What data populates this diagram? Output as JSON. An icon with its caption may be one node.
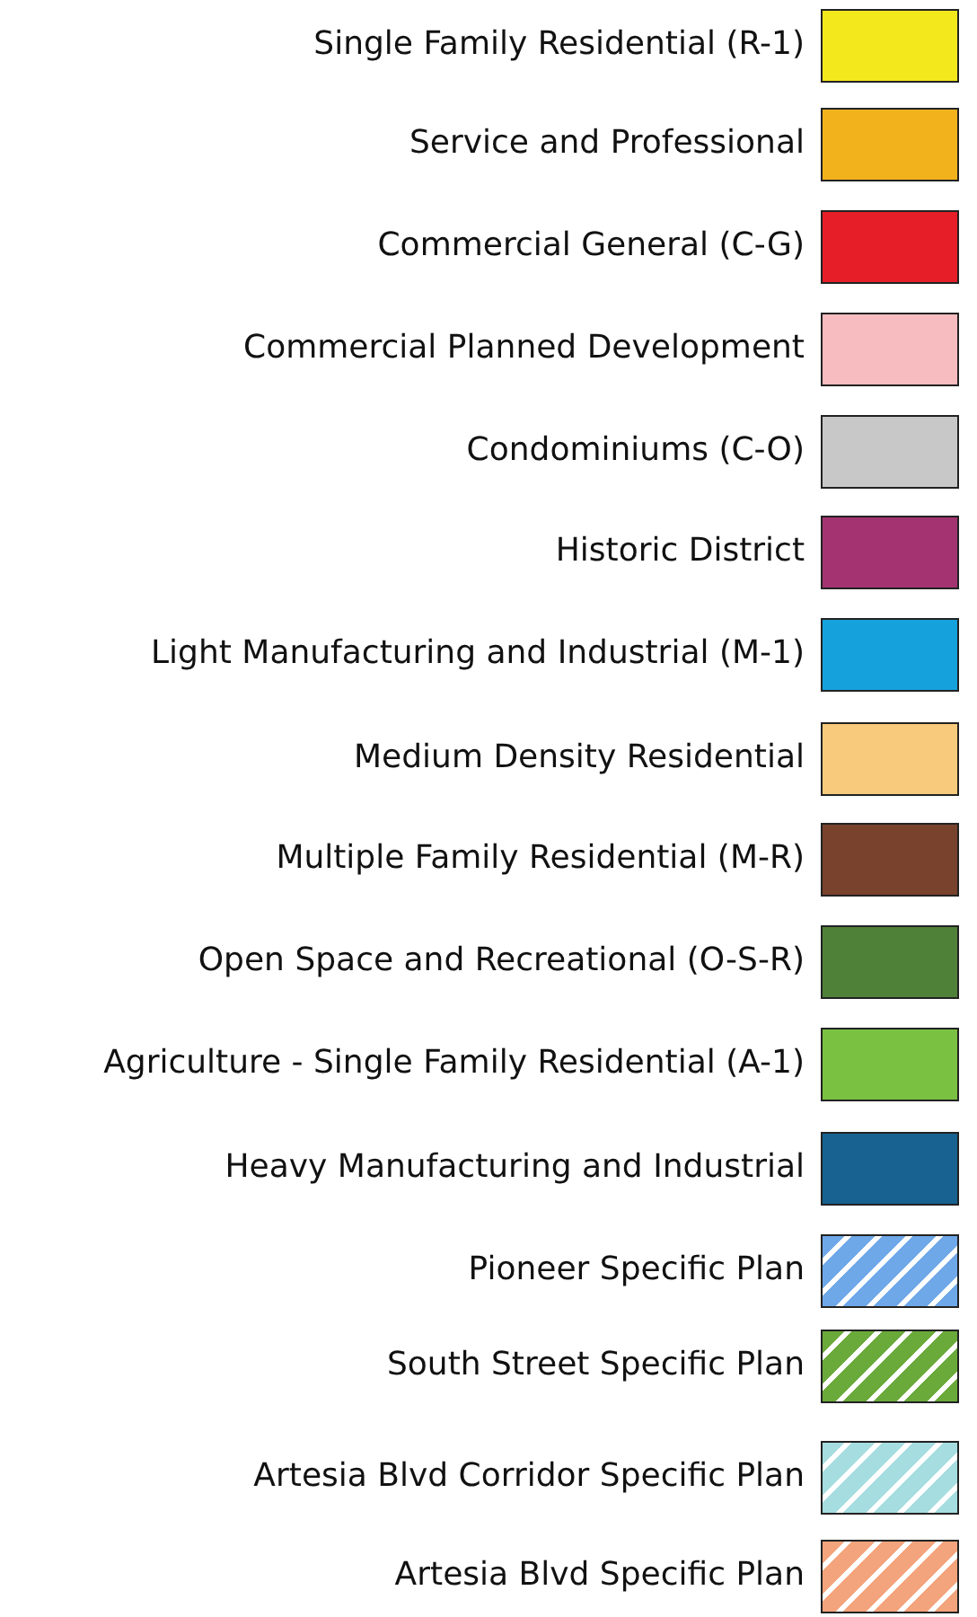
{
  "diagram": {
    "legend": [
      {
        "text": "Single Family Residential (R-1)",
        "color": "#f3e81c"
      },
      {
        "text": "Service and Professional",
        "color": "#f2b21c"
      },
      {
        "text": "Commercial General (C-G)",
        "color": "#e61e27"
      },
      {
        "text": "Commercial Planned Development",
        "color": "#f7bcbf"
      },
      {
        "text": "Condominiums (C-O)",
        "color": "#c8c8c8"
      },
      {
        "text": "Historic District",
        "color": "#a33471"
      },
      {
        "text": "Light Manufacturing and Industrial (M-1)",
        "color": "#15a1dc"
      },
      {
        "text": "Medium Density Residential",
        "color": "#f8cb7c"
      },
      {
        "text": "Multiple Family Residential (M-R)",
        "color": "#78422c"
      },
      {
        "text": "Open Space and Recreational (O-S-R)",
        "color": "#508139"
      },
      {
        "text": "Agriculture - Single Family Residential (A-1)",
        "color": "#7ac142"
      },
      {
        "text": "Heavy Manufacturing and Industrial",
        "color": "#176290"
      },
      {
        "text": "Pioneer Specific Plan",
        "color": "#6fa8e8"
      },
      {
        "text": "South Street Specific Plan",
        "color": "#6aaa3a"
      },
      {
        "text": "Artesia Blvd Corridor Specific Plan",
        "color": "#a6dde0"
      },
      {
        "text": "Artesia Blvd Specific Plan",
        "color": "#f4a47c"
      }
    ]
  }
}
